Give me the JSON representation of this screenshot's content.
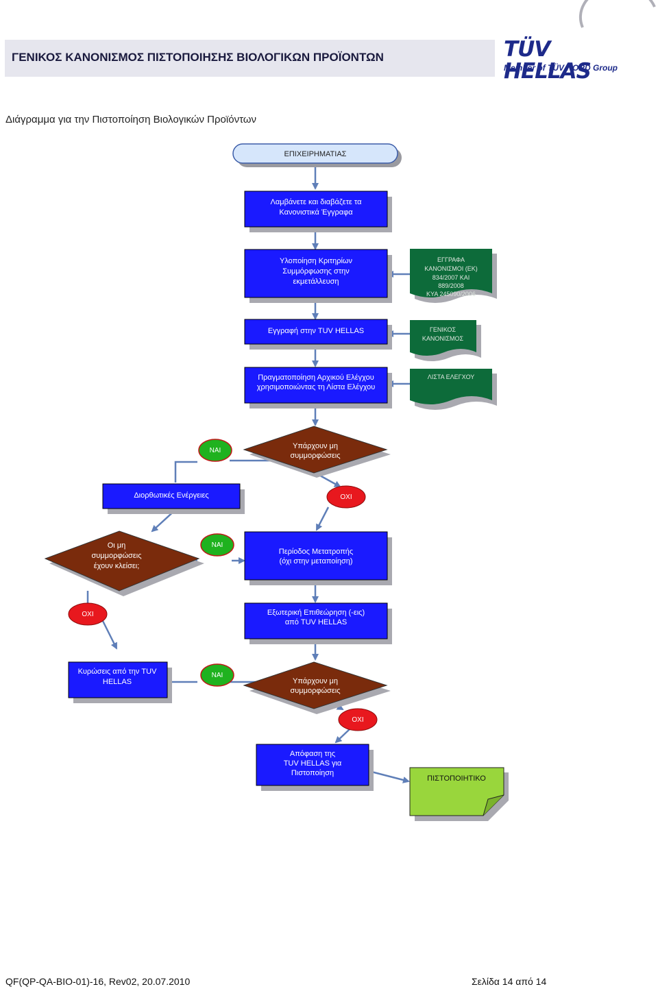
{
  "header": {
    "title": "ΓΕΝΙΚΟΣ ΚΑΝΟΝΙΣΜΟΣ ΠΙΣΤΟΠΟΙΗΣΗΣ ΒΙΟΛΟΓΙΚΩΝ ΠΡΟΪΟΝΤΩΝ",
    "logo_name": "TÜV HELLAS",
    "logo_tagline": "Member of TÜV NORD Group"
  },
  "subtitle": "Διάγραμμα για την Πιστοποίηση Βιολογικών Προϊόντων",
  "flow": {
    "start": "ΕΠΙΧΕΙΡΗΜΑΤΙΑΣ",
    "step_read": [
      "Λαμβάνετε και διαβάζετε τα",
      "Κανονιστικά Έγγραφα"
    ],
    "step_implement": [
      "Υλοποίηση Κριτηρίων",
      "Συμμόρφωσης στην",
      "εκμετάλλευση"
    ],
    "doc_regulations": [
      "ΕΓΓΡΑΦΑ",
      "ΚΑΝΟΝΙΣΜΟΙ (ΕΚ)",
      "834/2007 ΚΑΙ",
      "889/2008",
      "ΚΥΑ 245090/2006"
    ],
    "step_register": "Εγγραφή στην TUV HELLAS",
    "doc_general": [
      "ΓΕΝΙΚΟΣ",
      "ΚΑΝΟΝΙΣΜΟΣ"
    ],
    "step_initial_check": [
      "Πραγματοποίηση Αρχικού Ελέγχου",
      "χρησιμοποιώντας τη Λίστα Ελέγχου"
    ],
    "doc_checklist": "ΛΙΣΤΑ ΕΛΕΓΧΟΥ",
    "decision_nc1": [
      "Υπάρχουν μη",
      "συμμορφώσεις"
    ],
    "yes1": "ΝΑΙ",
    "step_corrective": "Διορθωτικές Ενέργειες",
    "no1": "ΟΧΙ",
    "decision_closed": [
      "Οι μη",
      "συμμορφώσεις",
      "έχουν κλείσει;"
    ],
    "yes2": "ΝΑΙ",
    "step_conversion": [
      "Περίοδος Μετατροπής",
      "(όχι στην μεταποίηση)"
    ],
    "no2": "ΟΧΙ",
    "step_external": [
      "Εξωτερική Επιθεώρηση (-εις)",
      "από TUV HELLAS"
    ],
    "step_sanctions": [
      "Κυρώσεις από την TUV",
      "HELLAS"
    ],
    "yes3": "ΝΑΙ",
    "decision_nc2": [
      "Υπάρχουν μη",
      "συμμορφώσεις"
    ],
    "no3": "ΟΧΙ",
    "step_decision": [
      "Απόφαση της",
      "TUV HELLAS για",
      "Πιστοποίηση"
    ],
    "doc_certificate": "ΠΙΣΤΟΠΟΙΗΤΙΚΟ"
  },
  "footer": {
    "code": "QF(QP-QA-BIO-01)-16, Rev02, 20.07.2010",
    "page": "Σελίδα 14 από 14"
  },
  "colors": {
    "process_blue": "#1a1aff",
    "decision_brown": "#7a2b0c",
    "yes_green": "#1fb21f",
    "no_red": "#e8181e",
    "doc_green": "#0d6b3a",
    "certificate_green": "#99d63c",
    "logo_navy": "#1d2a8a"
  }
}
